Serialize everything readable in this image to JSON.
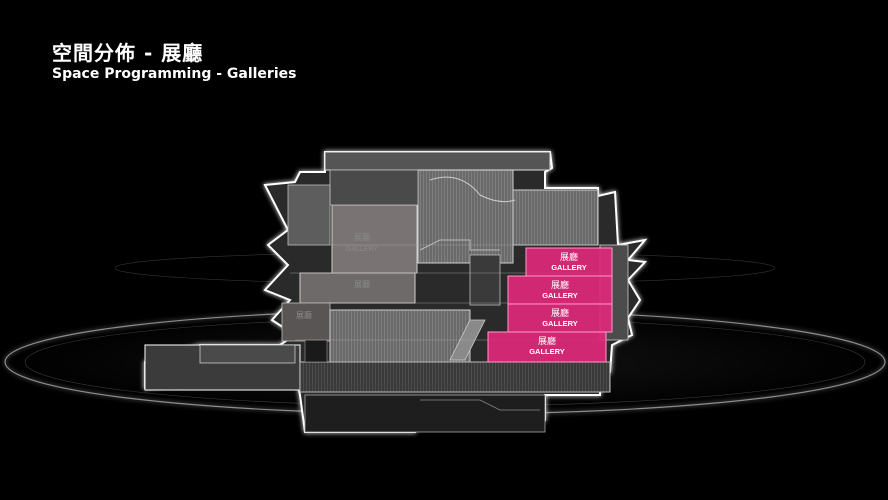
{
  "header": {
    "title_zh": "空間分佈 - 展廳",
    "title_en": "Space Programming - Galleries"
  },
  "highlight_color": "#e0287a",
  "galleries": [
    {
      "label_zh": "展廳",
      "label_en": "GALLERY"
    },
    {
      "label_zh": "展廳",
      "label_en": "GALLERY"
    },
    {
      "label_zh": "展廳",
      "label_en": "GALLERY"
    },
    {
      "label_zh": "展廳",
      "label_en": "GALLERY"
    }
  ],
  "ghost_labels": [
    {
      "label_zh": "展廳",
      "label_en": "GALLERY"
    },
    {
      "label_zh": "展廳",
      "label_en": ""
    },
    {
      "label_zh": "展廳",
      "label_en": ""
    }
  ]
}
